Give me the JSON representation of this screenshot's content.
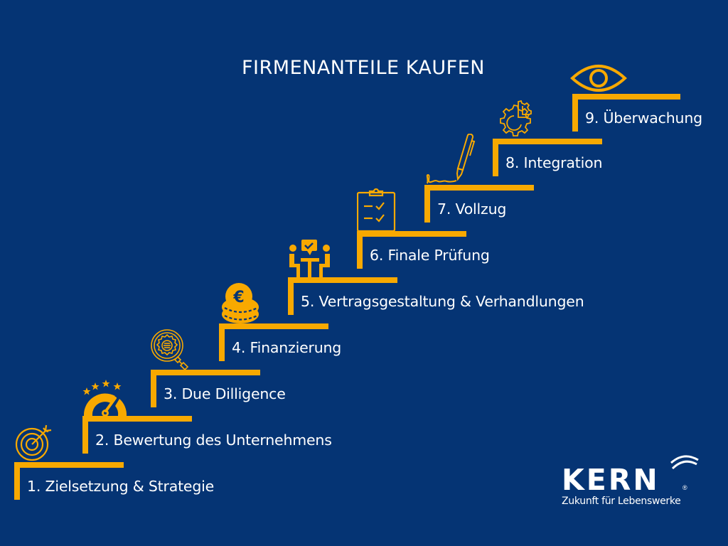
{
  "title": "FIRMENANTEILE KAUFEN",
  "colors": {
    "background": "#053474",
    "accent": "#F8A900",
    "text": "#FFFFFF"
  },
  "steps": [
    {
      "number": 1,
      "label": "1. Zielsetzung & Strategie",
      "icon": "target-icon"
    },
    {
      "number": 2,
      "label": "2. Bewertung des Unternehmens",
      "icon": "rating-gauge-icon"
    },
    {
      "number": 3,
      "label": "3. Due Dilligence",
      "icon": "magnifier-gear-icon"
    },
    {
      "number": 4,
      "label": "4. Finanzierung",
      "icon": "euro-coins-icon"
    },
    {
      "number": 5,
      "label": "5. Vertragsgestaltung & Verhandlungen",
      "icon": "negotiation-icon"
    },
    {
      "number": 6,
      "label": "6. Finale Prüfung",
      "icon": "clipboard-check-icon"
    },
    {
      "number": 7,
      "label": "7. Vollzug",
      "icon": "pen-signature-icon"
    },
    {
      "number": 8,
      "label": "8. Integration",
      "icon": "gear-chart-icon"
    },
    {
      "number": 9,
      "label": "9. Überwachung",
      "icon": "eye-icon"
    }
  ],
  "logo": {
    "brand": "KERN",
    "registered": "®",
    "tagline": "Zukunft für Lebenswerke"
  }
}
